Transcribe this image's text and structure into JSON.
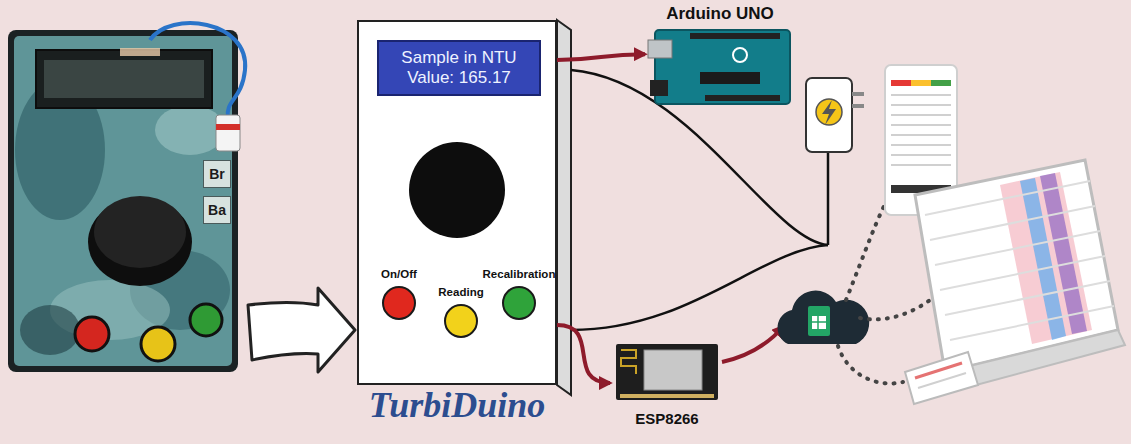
{
  "diagram": {
    "nodes": [
      {
        "text": [
          "TurbiDuino"
        ]
      },
      {
        "text": [
          "Sample in NTU",
          "Value: 165.17"
        ],
        "in": 0
      },
      {
        "text": [
          "On/Off"
        ],
        "in": 0
      },
      {
        "text": [
          "Reading"
        ],
        "in": 0
      },
      {
        "text": [
          "Recalibration"
        ],
        "in": 0
      },
      {
        "text": [
          "Arduino UNO"
        ]
      },
      {
        "text": [
          "ESP8266"
        ]
      }
    ],
    "edges": [
      {
        "from": 0,
        "to": 5,
        "arrow": "to"
      },
      {
        "from": 0,
        "to": 6,
        "arrow": "to"
      }
    ],
    "labels": [
      "Br",
      "Ba"
    ]
  }
}
